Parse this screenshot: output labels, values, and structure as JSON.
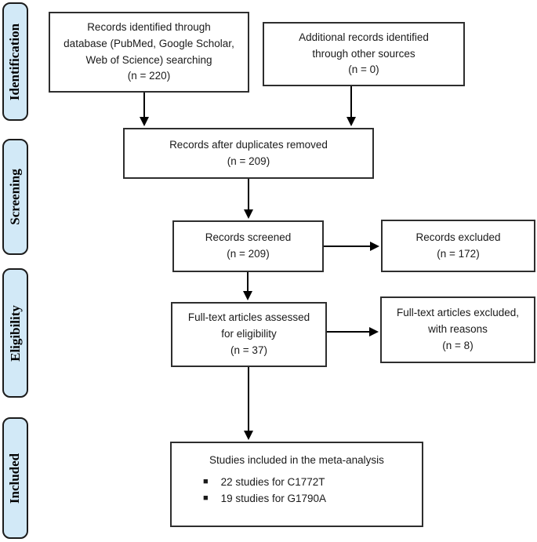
{
  "sidebar": {
    "stages": [
      {
        "label": "Identification"
      },
      {
        "label": "Screening"
      },
      {
        "label": "Eligibility"
      },
      {
        "label": "Included"
      }
    ]
  },
  "boxes": {
    "identified": {
      "text": "Records identified through\ndatabase (PubMed, Google Scholar,\nWeb of Science) searching\n(n = 220)"
    },
    "additional": {
      "text": "Additional records identified\nthrough other sources\n(n = 0)"
    },
    "deduplicated": {
      "text": "Records after duplicates removed\n(n = 209)"
    },
    "screened": {
      "text": "Records screened\n(n = 209)"
    },
    "excluded": {
      "text": "Records excluded\n(n = 172)"
    },
    "fulltext_assessed": {
      "text": "Full-text articles assessed\nfor eligibility\n(n = 37)"
    },
    "fulltext_excluded": {
      "text": "Full-text articles excluded,\nwith reasons\n(n = 8)"
    },
    "included": {
      "title": "Studies included in the meta-analysis",
      "bullet_icon": "■",
      "bullets": [
        "22 studies for C1772T",
        "19 studies for G1790A"
      ]
    }
  },
  "colors": {
    "stage_fill": "#d2e9f7",
    "box_border": "#2e2e2e",
    "arrow": "#000000"
  }
}
